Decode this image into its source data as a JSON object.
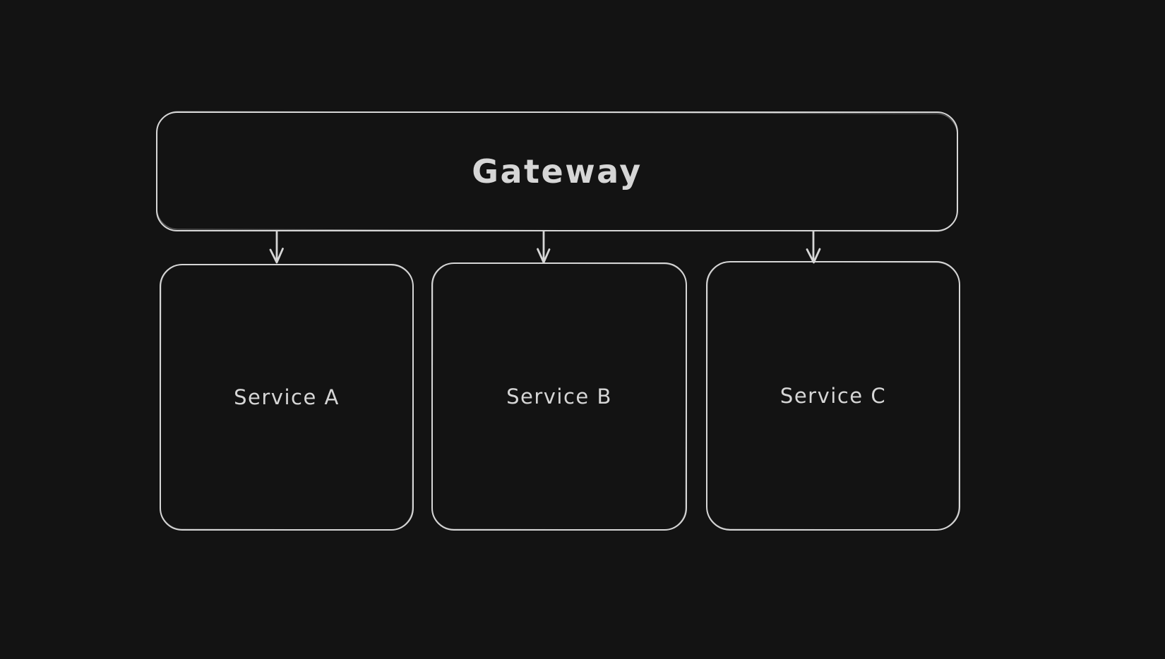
{
  "diagram": {
    "type": "flowchart",
    "style": "hand-drawn",
    "background_color": "#131313",
    "stroke_color": "#d6d6d6",
    "text_color": "#d6d6d6",
    "nodes": [
      {
        "id": "gateway",
        "label": "Gateway",
        "shape": "rounded-rectangle"
      },
      {
        "id": "service-a",
        "label": "Service A",
        "shape": "rounded-rectangle"
      },
      {
        "id": "service-b",
        "label": "Service B",
        "shape": "rounded-rectangle"
      },
      {
        "id": "service-c",
        "label": "Service C",
        "shape": "rounded-rectangle"
      }
    ],
    "edges": [
      {
        "from": "gateway",
        "to": "service-a",
        "arrow": "down"
      },
      {
        "from": "gateway",
        "to": "service-b",
        "arrow": "down"
      },
      {
        "from": "gateway",
        "to": "service-c",
        "arrow": "down"
      }
    ]
  }
}
